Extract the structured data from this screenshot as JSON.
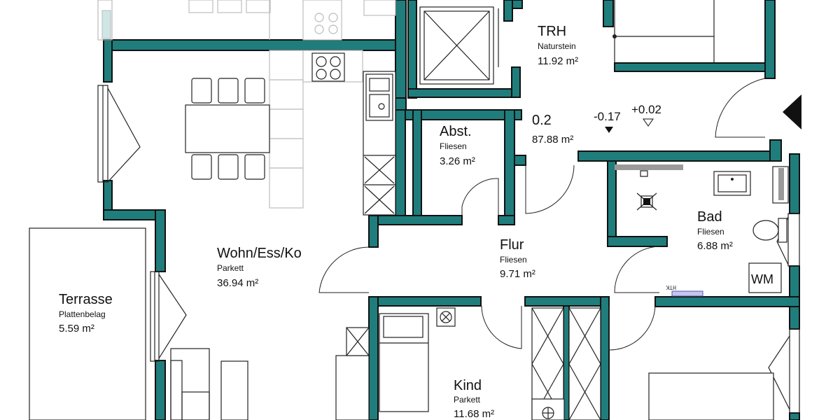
{
  "rooms": [
    {
      "id": "trh",
      "name": "TRH",
      "finish": "Naturstein",
      "area": "11.92 m²"
    },
    {
      "id": "abst",
      "name": "Abst.",
      "finish": "Fliesen",
      "area": "3.26 m²"
    },
    {
      "id": "wohn",
      "name": "Wohn/Ess/Ko",
      "finish": "Parkett",
      "area": "36.94 m²"
    },
    {
      "id": "flur",
      "name": "Flur",
      "finish": "Fliesen",
      "area": "9.71 m²"
    },
    {
      "id": "bad",
      "name": "Bad",
      "finish": "Fliesen",
      "area": "6.88 m²"
    },
    {
      "id": "terrasse",
      "name": "Terrasse",
      "finish": "Plattenbelag",
      "area": "5.59 m²"
    },
    {
      "id": "kind",
      "name": "Kind",
      "finish": "Parkett",
      "area": "11.68 m²"
    }
  ],
  "unit": {
    "name": "0.2",
    "area": "87.88 m²"
  },
  "levels": {
    "left": "-0.17",
    "right": "+0.02"
  },
  "labels": {
    "washer": "WM",
    "heater": "HTK"
  },
  "colors": {
    "wall": "#1f7d7c",
    "line": "#222222",
    "furniture_light": "#b9b9b9"
  }
}
